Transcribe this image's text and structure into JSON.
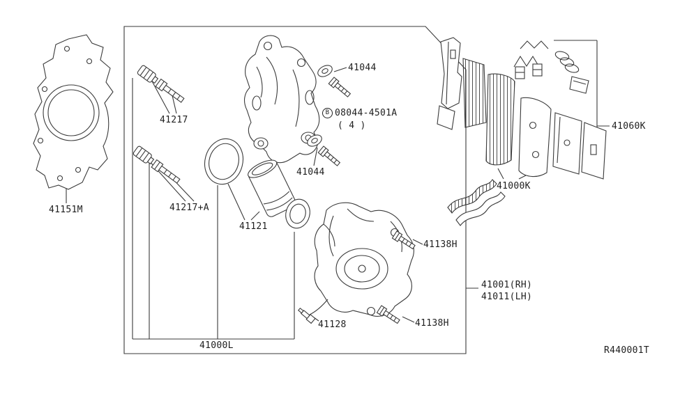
{
  "colors": {
    "background": "#ffffff",
    "line_art": "#3a3a3a",
    "text": "#1e1e1e"
  },
  "diagram": {
    "ref_code": "R440001T",
    "parts": {
      "splash_shield": {
        "label": "41151M"
      },
      "pin_bolt_upper": {
        "label": "41217"
      },
      "pin_bolt_lower": {
        "label": "41217+A"
      },
      "piston": {
        "label": "41121"
      },
      "washer_bolt_upper": {
        "label": "41044"
      },
      "washer_bolt_lower": {
        "label": "41044"
      },
      "bolt_spec": {
        "prefix": "B",
        "number": "08044-4501A",
        "quantity": "( 4 )"
      },
      "caliper_bolt_upper": {
        "label": "41138H"
      },
      "caliper_bolt_lower": {
        "label": "41138H"
      },
      "bleeder_valve": {
        "label": "41128"
      },
      "seal_kit": {
        "label": "41000L"
      },
      "pad_kit": {
        "label": "41000K"
      },
      "pad_hardware_kit": {
        "label": "41060K"
      },
      "caliper_assembly_rh": {
        "label": "41001(RH)"
      },
      "caliper_assembly_lh": {
        "label": "41011(LH)"
      }
    }
  }
}
